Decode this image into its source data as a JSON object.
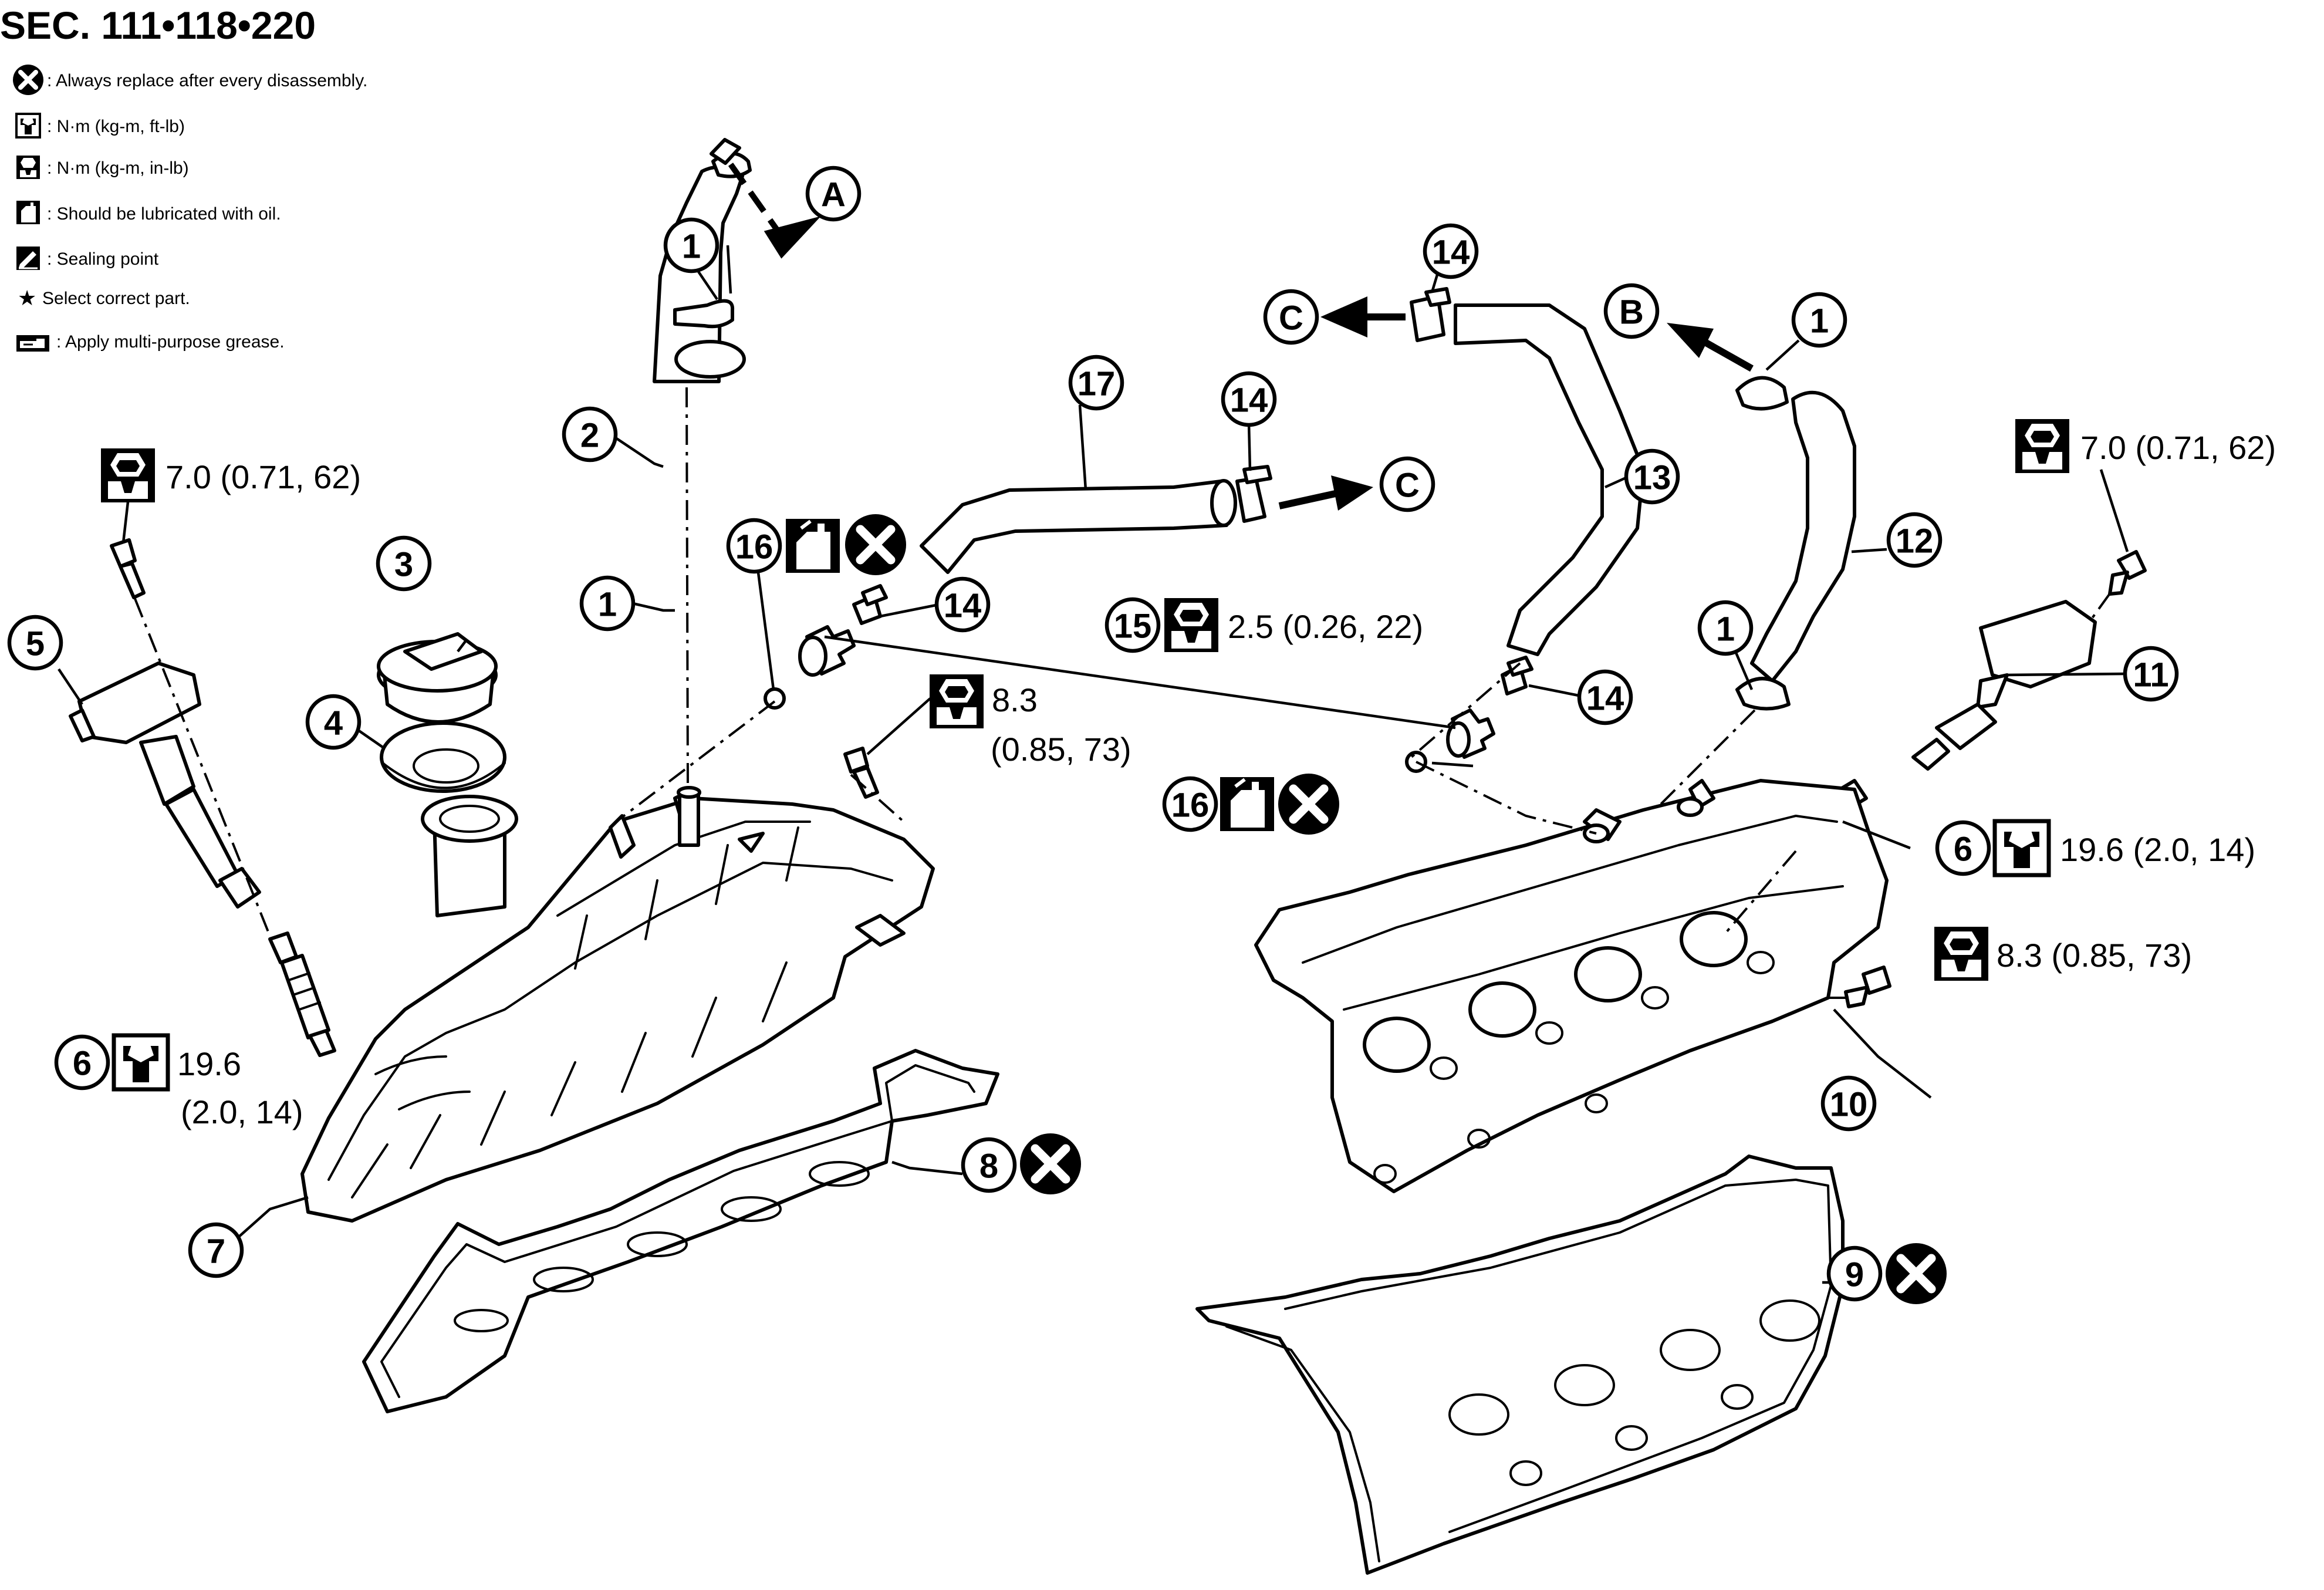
{
  "title": "SEC. 111•118•220",
  "legend": [
    {
      "icon": "replace-icon",
      "text": ": Always replace after every disassembly."
    },
    {
      "icon": "torque-ftlb-icon",
      "text": ": N·m (kg-m, ft-lb)"
    },
    {
      "icon": "torque-inlb-icon",
      "text": ": N·m (kg-m, in-lb)"
    },
    {
      "icon": "oil-can-icon",
      "text": ": Should be lubricated with oil."
    },
    {
      "icon": "sealing-icon",
      "text": ": Sealing point"
    },
    {
      "icon": "star-icon",
      "text": "Select correct part."
    },
    {
      "icon": "grease-icon",
      "text": ": Apply multi-purpose grease."
    }
  ],
  "legend_star_glyph": "★",
  "callouts": {
    "n1": "1",
    "n2": "2",
    "n3": "3",
    "n4": "4",
    "n5": "5",
    "n6": "6",
    "n7": "7",
    "n8": "8",
    "n9": "9",
    "n10": "10",
    "n11": "11",
    "n12": "12",
    "n13": "13",
    "n14": "14",
    "n15": "15",
    "n16": "16",
    "n17": "17"
  },
  "refs": {
    "a": "A",
    "b": "B",
    "c": "C"
  },
  "specs": {
    "coil_bolt_left": "7.0 (0.71, 62)",
    "coil_bolt_right": "7.0 (0.71, 62)",
    "pcv_valve": "2.5 (0.26, 22)",
    "cover_bolt_left_line1": "8.3",
    "cover_bolt_left_line2": "(0.85, 73)",
    "cover_bolt_right": "8.3 (0.85, 73)",
    "spark_plug_right": "19.6 (2.0, 14)",
    "spark_plug_left_line1": "19.6",
    "spark_plug_left_line2": "(2.0, 14)"
  },
  "colors": {
    "line": "#000000",
    "background": "#ffffff"
  }
}
